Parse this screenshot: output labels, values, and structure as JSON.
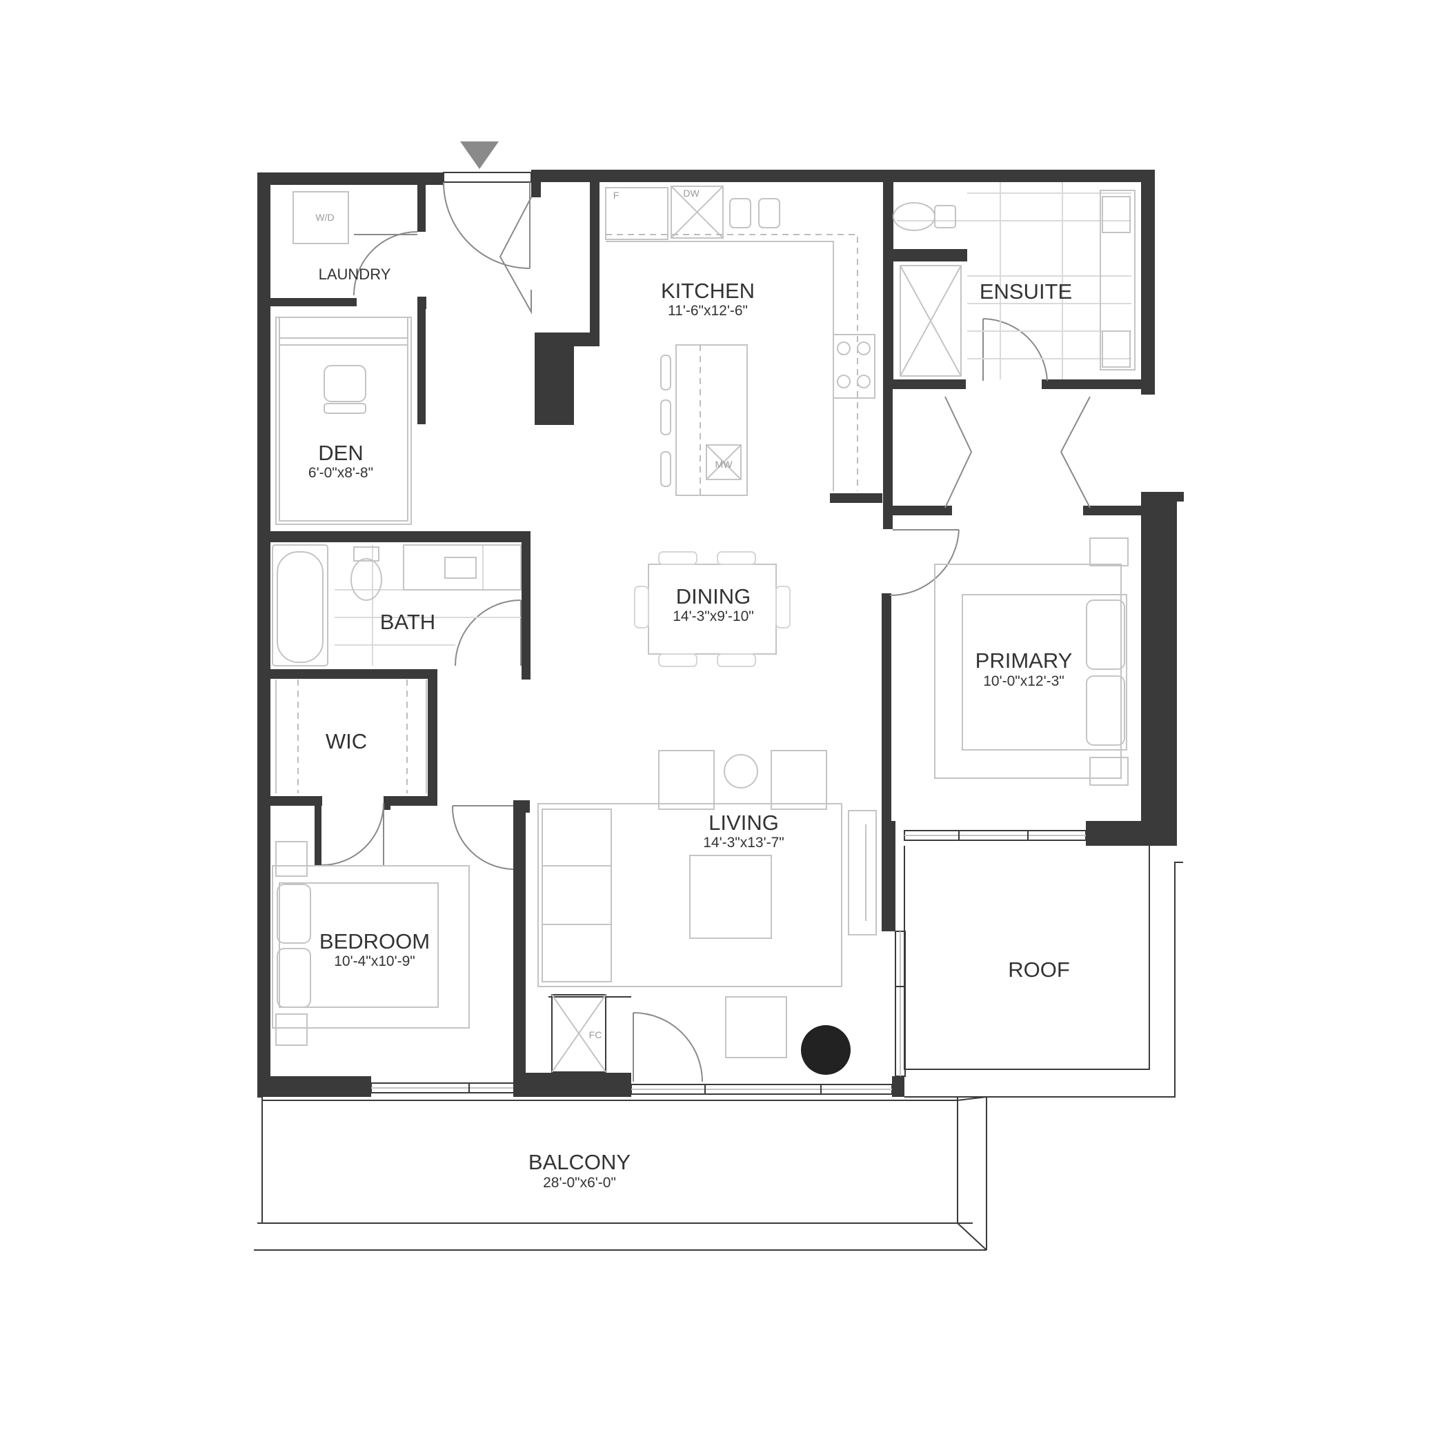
{
  "entry_marker_color": "#8a8a8a",
  "wall_color": "#3a3a3a",
  "rooms": {
    "laundry": {
      "name": "LAUNDRY"
    },
    "den": {
      "name": "DEN",
      "dims": "6'-0\"x8'-8\""
    },
    "kitchen": {
      "name": "KITCHEN",
      "dims": "11'-6\"x12'-6\""
    },
    "ensuite": {
      "name": "ENSUITE"
    },
    "bath": {
      "name": "BATH"
    },
    "dining": {
      "name": "DINING",
      "dims": "14'-3\"x9'-10\""
    },
    "primary": {
      "name": "PRIMARY",
      "dims": "10'-0\"x12'-3\""
    },
    "wic": {
      "name": "WIC"
    },
    "living": {
      "name": "LIVING",
      "dims": "14'-3\"x13'-7\""
    },
    "bedroom": {
      "name": "BEDROOM",
      "dims": "10'-4\"x10'-9\""
    },
    "roof": {
      "name": "ROOF"
    },
    "balcony": {
      "name": "BALCONY",
      "dims": "28'-0\"x6'-0\""
    }
  },
  "appliances": {
    "washer_dryer": "W/D",
    "fridge": "F",
    "dishwasher": "DW",
    "microwave": "MW",
    "fan_coil": "FC"
  }
}
